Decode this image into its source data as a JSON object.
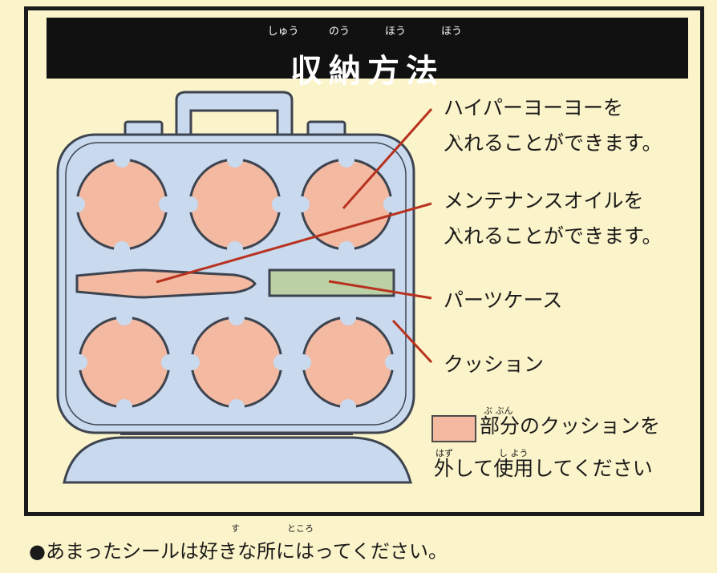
{
  "title": {
    "text": "収納方法",
    "ruby": [
      "しゅう",
      "のう",
      "ほう",
      "ほう"
    ]
  },
  "labels": {
    "yoyo_line1": "ハイパーヨーヨーを",
    "yoyo_line2": "入れることができます。",
    "yoyo_ruby": "い",
    "oil_line1": "メンテナンスオイルを",
    "oil_line2": "入れることができます。",
    "oil_ruby": "い",
    "parts_case": "パーツケース",
    "cushion": "クッション"
  },
  "legend": {
    "line1": "部分のクッションを",
    "line1_ruby": "ぶ ぶん",
    "line2": "外して使用してください",
    "line2_ruby_1": "はず",
    "line2_ruby_2": "し よう",
    "swatch_color": "#f3b9a1"
  },
  "footer": {
    "text": "●あまったシールは好きな所にはってください。",
    "ruby_1": "す",
    "ruby_2": "ところ"
  },
  "colors": {
    "case_fill": "#c9d9ee",
    "case_stroke": "#3d4450",
    "cushion_fill": "#f3b9a1",
    "parts_case_fill": "#bcd0a6",
    "leader_line": "#b8321f",
    "background": "#fbf3c9"
  }
}
